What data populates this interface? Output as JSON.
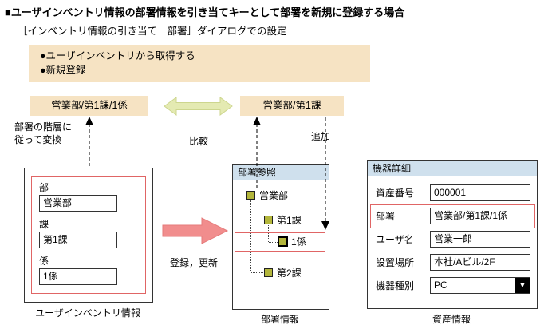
{
  "page": {
    "title": "■ユーザインベントリ情報の部署情報を引き当てキーとして部署を新規に登録する場合",
    "subtitle": "［インベントリ情報の引き当て　部署］ダイアログでの設定"
  },
  "settings_box": {
    "line1": "●ユーザインベントリから取得する",
    "line2": "●新規登録"
  },
  "keys": {
    "inventory_key": "営業部/第1課/1係",
    "dept_key": "営業部/第1課"
  },
  "annotations": {
    "transform_line1": "部署の階層に",
    "transform_line2": "従って変換",
    "compare": "比較",
    "add": "追加",
    "register_update": "登録，更新"
  },
  "inventory_panel": {
    "fields": [
      {
        "label": "部",
        "value": "営業部"
      },
      {
        "label": "課",
        "value": "第1課"
      },
      {
        "label": "係",
        "value": "1係"
      }
    ],
    "caption": "ユーザインベントリ情報"
  },
  "dept_panel": {
    "title": "部署参照",
    "nodes": [
      {
        "label": "営業部"
      },
      {
        "label": "第1課"
      },
      {
        "label": "1係"
      },
      {
        "label": "第2課"
      }
    ],
    "caption": "部署情報"
  },
  "asset_panel": {
    "title": "機器詳細",
    "rows": [
      {
        "label": "資産番号",
        "value": "000001"
      },
      {
        "label": "部署",
        "value": "営業部/第1課/1係"
      },
      {
        "label": "ユーザ名",
        "value": "営業一郎"
      },
      {
        "label": "設置場所",
        "value": "本社/Aビル/2F"
      },
      {
        "label": "機器種別",
        "value": "PC"
      }
    ],
    "dropdown_arrow": "▼",
    "caption": "資産情報"
  },
  "colors": {
    "beige": "#f6e3c3",
    "header_blue": "#cfe0ed",
    "highlight_red": "#e06565",
    "arrow_pink": "#f18d8d",
    "arrow_green": "#e4eab2",
    "node_olive": "#b3b63b"
  }
}
